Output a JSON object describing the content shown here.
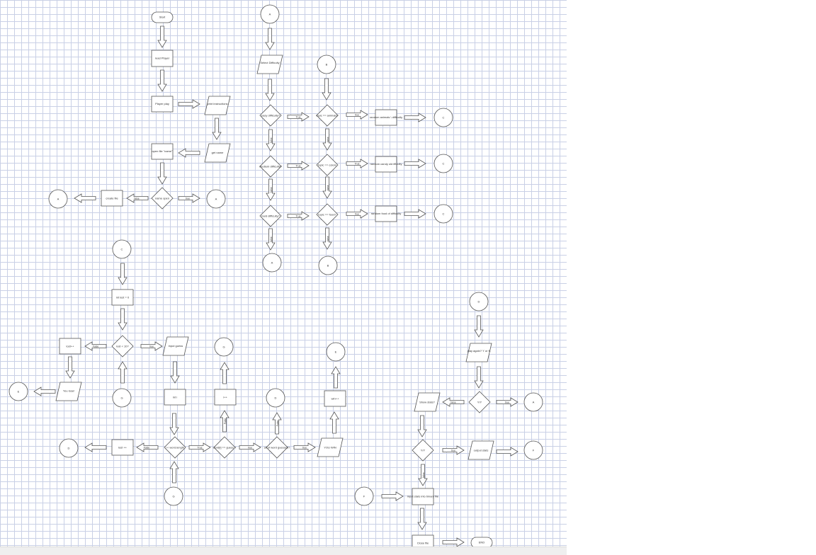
{
  "labels": {
    "start": "Start",
    "end": "END",
    "read_player": "read Player",
    "player_play": "Player play",
    "print_instructions": "print instructions",
    "get_name": "get name",
    "open_file_name": "open file \"name\"",
    "name_open": "name open",
    "create_file": "create file",
    "select_difficulty": "Select Difficulty",
    "easy_difficulty": "easy difficulty?",
    "medium_difficulty": "medium difficulty?",
    "hard_difficulty": "hard difficulty?",
    "topic_animals": "topic == animals?",
    "topic_colors": "topic == colors",
    "topic_food": "topic == food?",
    "random_animals_difficulty": "random animals \\ difficulty",
    "random_colors_difficulty": "random candy old ifficulty",
    "random_food_difficulty": "random food of difficulty",
    "init_lost": "int lost = 0",
    "lost_check": "lost < 10?",
    "input_guess": "input guess",
    "lost_pp": "lost++",
    "lost_pp_2": "lost ++",
    "you_lose": "You lose!",
    "init_i": "int i",
    "i_pp": "i++",
    "i_lt_word_length": "i < word.length",
    "word_i_eq_guess": "word[i] == guess ?",
    "all_word_guessed": "all of word guessed?",
    "win_pp": "win++",
    "you_win": "YOU WIN",
    "play_again": "play again? Y or N",
    "yn_check": "Y/Y",
    "show_stats": "Show stats?",
    "yy_check": "Y/Y",
    "output_stats": "output stats",
    "input_stats_binary": "input stats into binary file",
    "close_file": "Close file",
    "true": "True",
    "true_lc": "true",
    "false": "False",
    "false_lc": "false",
    "A": "A",
    "B": "B",
    "C": "C",
    "D": "D",
    "E": "E",
    "F": "F",
    "G": "G"
  }
}
